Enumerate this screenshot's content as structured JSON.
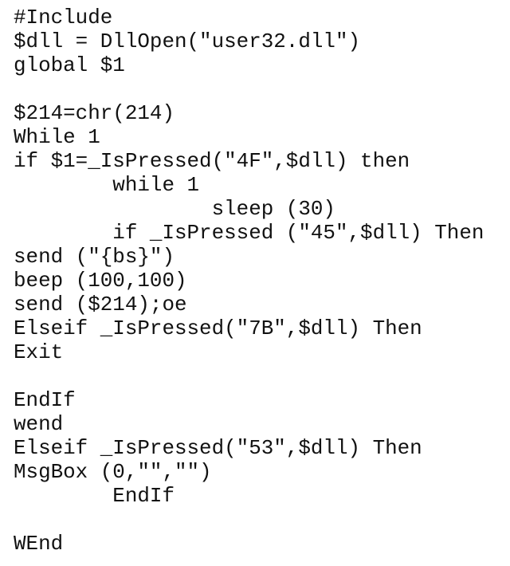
{
  "code": {
    "lines": [
      "#Include",
      "$dll = DllOpen(\"user32.dll\")",
      "global $1",
      "",
      "$214=chr(214)",
      "While 1",
      "if $1=_IsPressed(\"4F\",$dll) then",
      "        while 1",
      "                sleep (30)",
      "        if _IsPressed (\"45\",$dll) Then",
      "send (\"{bs}\")",
      "beep (100,100)",
      "send ($214);oe",
      "Elseif _IsPressed(\"7B\",$dll) Then",
      "Exit",
      "",
      "EndIf",
      "wend",
      "Elseif _IsPressed(\"53\",$dll) Then",
      "MsgBox (0,\"\",\"\")",
      "        EndIf",
      "",
      "WEnd"
    ]
  }
}
